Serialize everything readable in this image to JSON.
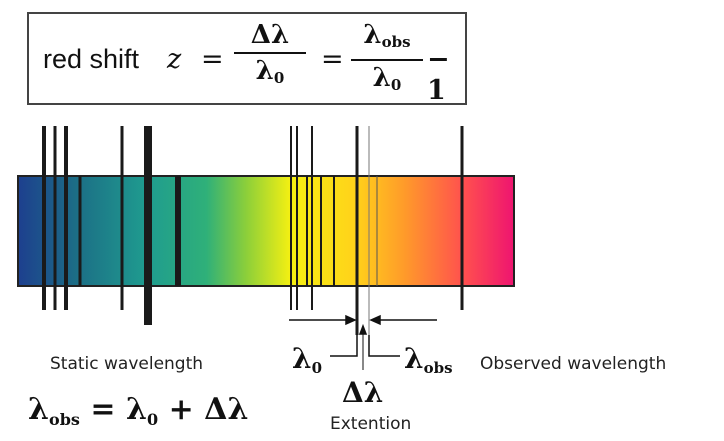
{
  "formula": {
    "label": "red shift",
    "z": "z",
    "equals": "=",
    "frac1_num": "Δλ",
    "frac1_den": "λ",
    "frac1_den_sub": "0",
    "frac2_num": "λ",
    "frac2_num_sub": "obs",
    "frac2_den": "λ",
    "frac2_den_sub": "0",
    "minus_one": "− 1"
  },
  "spectrum": {
    "gradient_colors": [
      "#1d3f8e",
      "#1c6f86",
      "#1f9c8f",
      "#2fb079",
      "#8ccf3a",
      "#f5f012",
      "#ffd21a",
      "#ff9a2a",
      "#ff4f4f",
      "#ee1470"
    ]
  },
  "labels": {
    "lambda0_symbol": "λ",
    "lambda0_sub": "0",
    "lambda_obs_symbol": "λ",
    "lambda_obs_sub": "obs",
    "delta_lambda": "Δλ",
    "static_wavelength": "Static wavelength",
    "observed_wavelength": "Observed wavelength",
    "extension": "Extention"
  },
  "equation": {
    "lhs": "λ",
    "lhs_sub": "obs",
    "rhs_a": "= λ",
    "rhs_a_sub": "0",
    "rhs_b": "+ Δλ"
  }
}
